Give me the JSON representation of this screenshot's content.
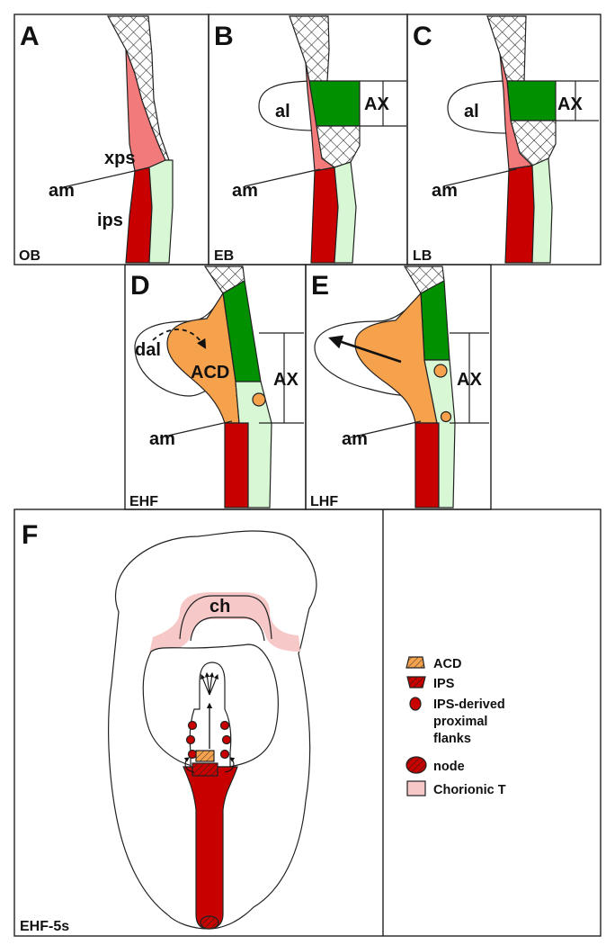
{
  "colors": {
    "red": "#c80000",
    "pink": "#f27a7a",
    "light_green": "#d7f7d5",
    "green": "#009000",
    "orange": "#f6a24d",
    "chorion_pink": "#f7c8c8"
  },
  "panels": {
    "A": {
      "letter": "A",
      "stage": "OB",
      "labels": {
        "xps": "xps",
        "am": "am",
        "ips": "ips"
      }
    },
    "B": {
      "letter": "B",
      "stage": "EB",
      "labels": {
        "al": "al",
        "ax": "AX",
        "am": "am"
      }
    },
    "C": {
      "letter": "C",
      "stage": "LB",
      "labels": {
        "al": "al",
        "ax": "AX",
        "am": "am"
      }
    },
    "D": {
      "letter": "D",
      "stage": "EHF",
      "labels": {
        "dal": "dal",
        "acd": "ACD",
        "ax": "AX",
        "am": "am"
      }
    },
    "E": {
      "letter": "E",
      "stage": "LHF",
      "labels": {
        "ax": "AX",
        "am": "am"
      }
    },
    "F": {
      "letter": "F",
      "stage": "EHF-5s",
      "labels": {
        "ch": "ch"
      }
    }
  },
  "legend": [
    {
      "icon": "acd-swatch-icon",
      "label": "ACD"
    },
    {
      "icon": "ips-swatch-icon",
      "label": "IPS"
    },
    {
      "icon": "red-dot-icon",
      "label": "IPS-derived"
    },
    {
      "icon": "",
      "label": "proximal"
    },
    {
      "icon": "",
      "label": "flanks"
    },
    {
      "icon": "node-swatch-icon",
      "label": "node"
    },
    {
      "icon": "chorion-swatch-icon",
      "label": "Chorionic T"
    }
  ]
}
